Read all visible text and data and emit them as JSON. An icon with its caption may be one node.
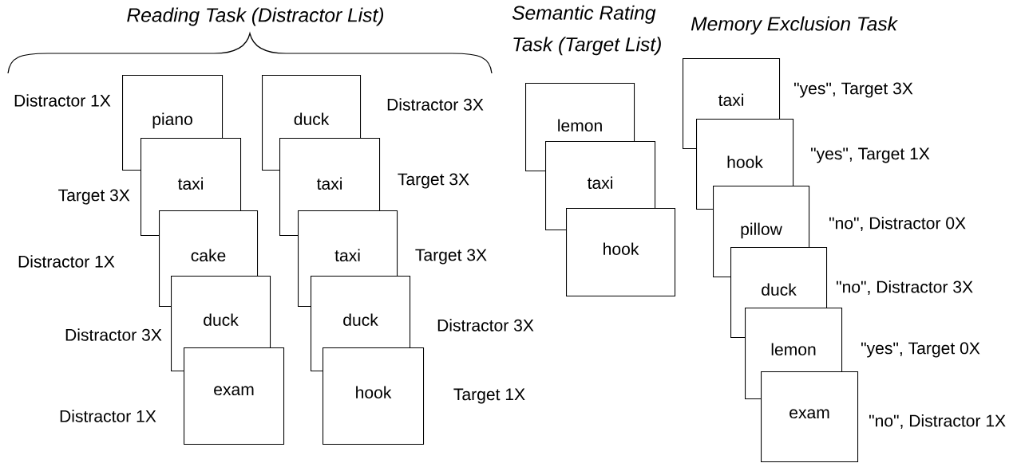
{
  "diagram": {
    "nodes": [
      {
        "text": [
          "piano"
        ],
        "beside": [
          "Distractor 1X"
        ]
      },
      {
        "text": [
          "taxi"
        ],
        "beside": [
          "Target 3X"
        ]
      },
      {
        "text": [
          "cake"
        ],
        "beside": [
          "Distractor 1X"
        ]
      },
      {
        "text": [
          "duck"
        ],
        "beside": [
          "Distractor 3X"
        ]
      },
      {
        "text": [
          "exam"
        ],
        "beside": [
          "Distractor 1X"
        ]
      },
      {
        "text": [
          "duck"
        ],
        "beside": [
          "Distractor 3X"
        ]
      },
      {
        "text": [
          "taxi"
        ],
        "beside": [
          "Target 3X"
        ]
      },
      {
        "text": [
          "taxi"
        ],
        "beside": [
          "Target 3X"
        ]
      },
      {
        "text": [
          "duck"
        ],
        "beside": [
          "Distractor 3X"
        ]
      },
      {
        "text": [
          "hook"
        ],
        "beside": [
          "Target 1X"
        ]
      },
      {
        "text": [
          "lemon"
        ]
      },
      {
        "text": [
          "taxi"
        ]
      },
      {
        "text": [
          "hook"
        ]
      },
      {
        "text": [
          "taxi"
        ],
        "beside": [
          "\"yes\", Target 3X"
        ]
      },
      {
        "text": [
          "hook"
        ],
        "beside": [
          "\"yes\", Target 1X"
        ]
      },
      {
        "text": [
          "pillow"
        ],
        "beside": [
          "\"no\", Distractor 0X"
        ]
      },
      {
        "text": [
          "duck"
        ],
        "beside": [
          "\"no\", Distractor 3X"
        ]
      },
      {
        "text": [
          "lemon"
        ],
        "beside": [
          "\"yes\", Target 0X"
        ]
      },
      {
        "text": [
          "exam"
        ],
        "beside": [
          "\"no\", Distractor 1X"
        ]
      }
    ],
    "labels": [
      "Reading Task (Distractor List)",
      "Semantic Rating Task (Target List)",
      "Memory Exclusion Task"
    ]
  }
}
